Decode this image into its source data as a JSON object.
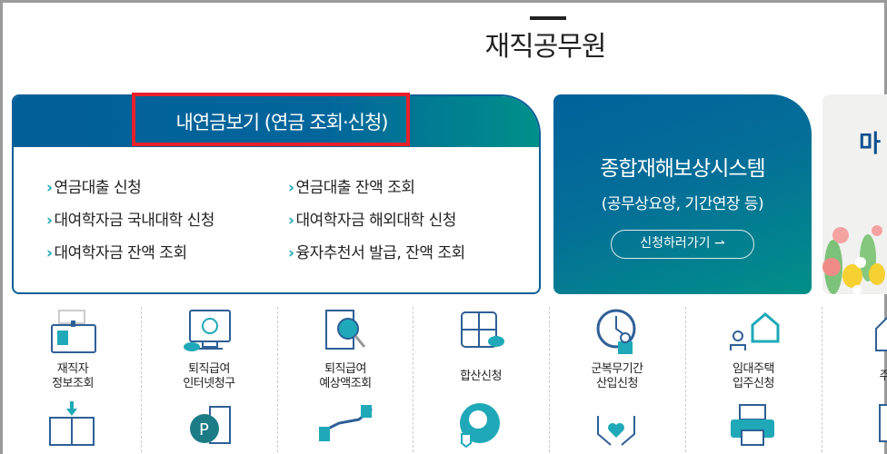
{
  "page_title": "재직공무원",
  "pension_card": {
    "title": "내연금보기 (연금 조회·신청)",
    "links": [
      "연금대출 신청",
      "연금대출 잔액 조회",
      "대여학자금 국내대학 신청",
      "대여학자금 해외대학 신청",
      "대여학자금 잔액 조회",
      "융자추천서 발급, 잔액 조회"
    ]
  },
  "compensation_card": {
    "title": "종합재해보상시스템",
    "subtitle": "(공무상요양, 기간연장 등)",
    "button": "신청하러가기"
  },
  "partial_card": {
    "title": "마"
  },
  "services_row1": [
    {
      "label": "재직자\n정보조회",
      "icon": "id-card-icon"
    },
    {
      "label": "퇴직급여\n인터넷청구",
      "icon": "monitor-coins-icon"
    },
    {
      "label": "퇴직급여\n예상액조회",
      "icon": "document-search-icon"
    },
    {
      "label": "합산신청",
      "icon": "calculator-coins-icon"
    },
    {
      "label": "군복무기간\n산입신청",
      "icon": "clock-soldier-icon"
    },
    {
      "label": "임대주택\n입주신청",
      "icon": "house-people-icon"
    },
    {
      "label": "주택",
      "icon": "house-person-icon"
    }
  ],
  "services_row2": [
    {
      "icon": "book-download-icon"
    },
    {
      "icon": "point-coins-icon"
    },
    {
      "icon": "handshake-icon"
    },
    {
      "icon": "baby-shield-icon"
    },
    {
      "icon": "hands-heart-icon"
    },
    {
      "icon": "printer-icon"
    },
    {
      "icon": "document-hand-icon"
    }
  ],
  "colors": {
    "primary": "#02629a",
    "teal": "#00908a",
    "accent": "#1fa9b8",
    "highlight": "#e8202a"
  }
}
